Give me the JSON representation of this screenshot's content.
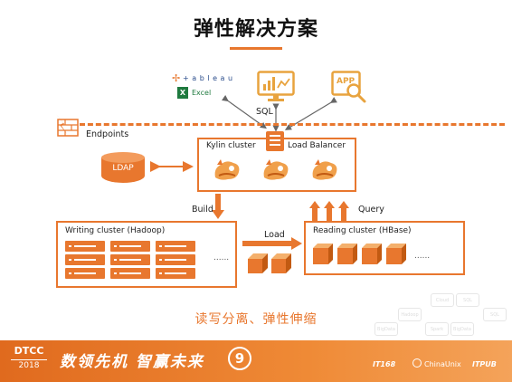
{
  "title": "弹性解决方案",
  "tools": {
    "tableau": "+ a b l e a u",
    "excel": "Excel",
    "app": "APP",
    "sql": "SQL"
  },
  "endpoints": "Endpoints",
  "ldap": "LDAP",
  "kylin_cluster": "Kylin cluster",
  "load_balancer": "Load Balancer",
  "build": "Build",
  "query": "Query",
  "load": "Load",
  "writing_cluster": "Writing cluster (Hadoop)",
  "reading_cluster": "Reading cluster (HBase)",
  "ellipsis": "......",
  "slogan": "读写分离、弹性伸缩",
  "footer": {
    "dtcc": "DTCC",
    "year": "2018",
    "slogan": "数领先机 智赢未来",
    "edition": "9",
    "sponsors": [
      "IT168",
      "ChinaUnix",
      "ITPUB"
    ]
  },
  "bg_hexagons": [
    "Hadoop",
    "BigData",
    "SQL",
    "Spark",
    "SQL",
    "BigData",
    "Cloud"
  ],
  "colors": {
    "accent": "#e8772e",
    "footer": "#e8772e"
  }
}
